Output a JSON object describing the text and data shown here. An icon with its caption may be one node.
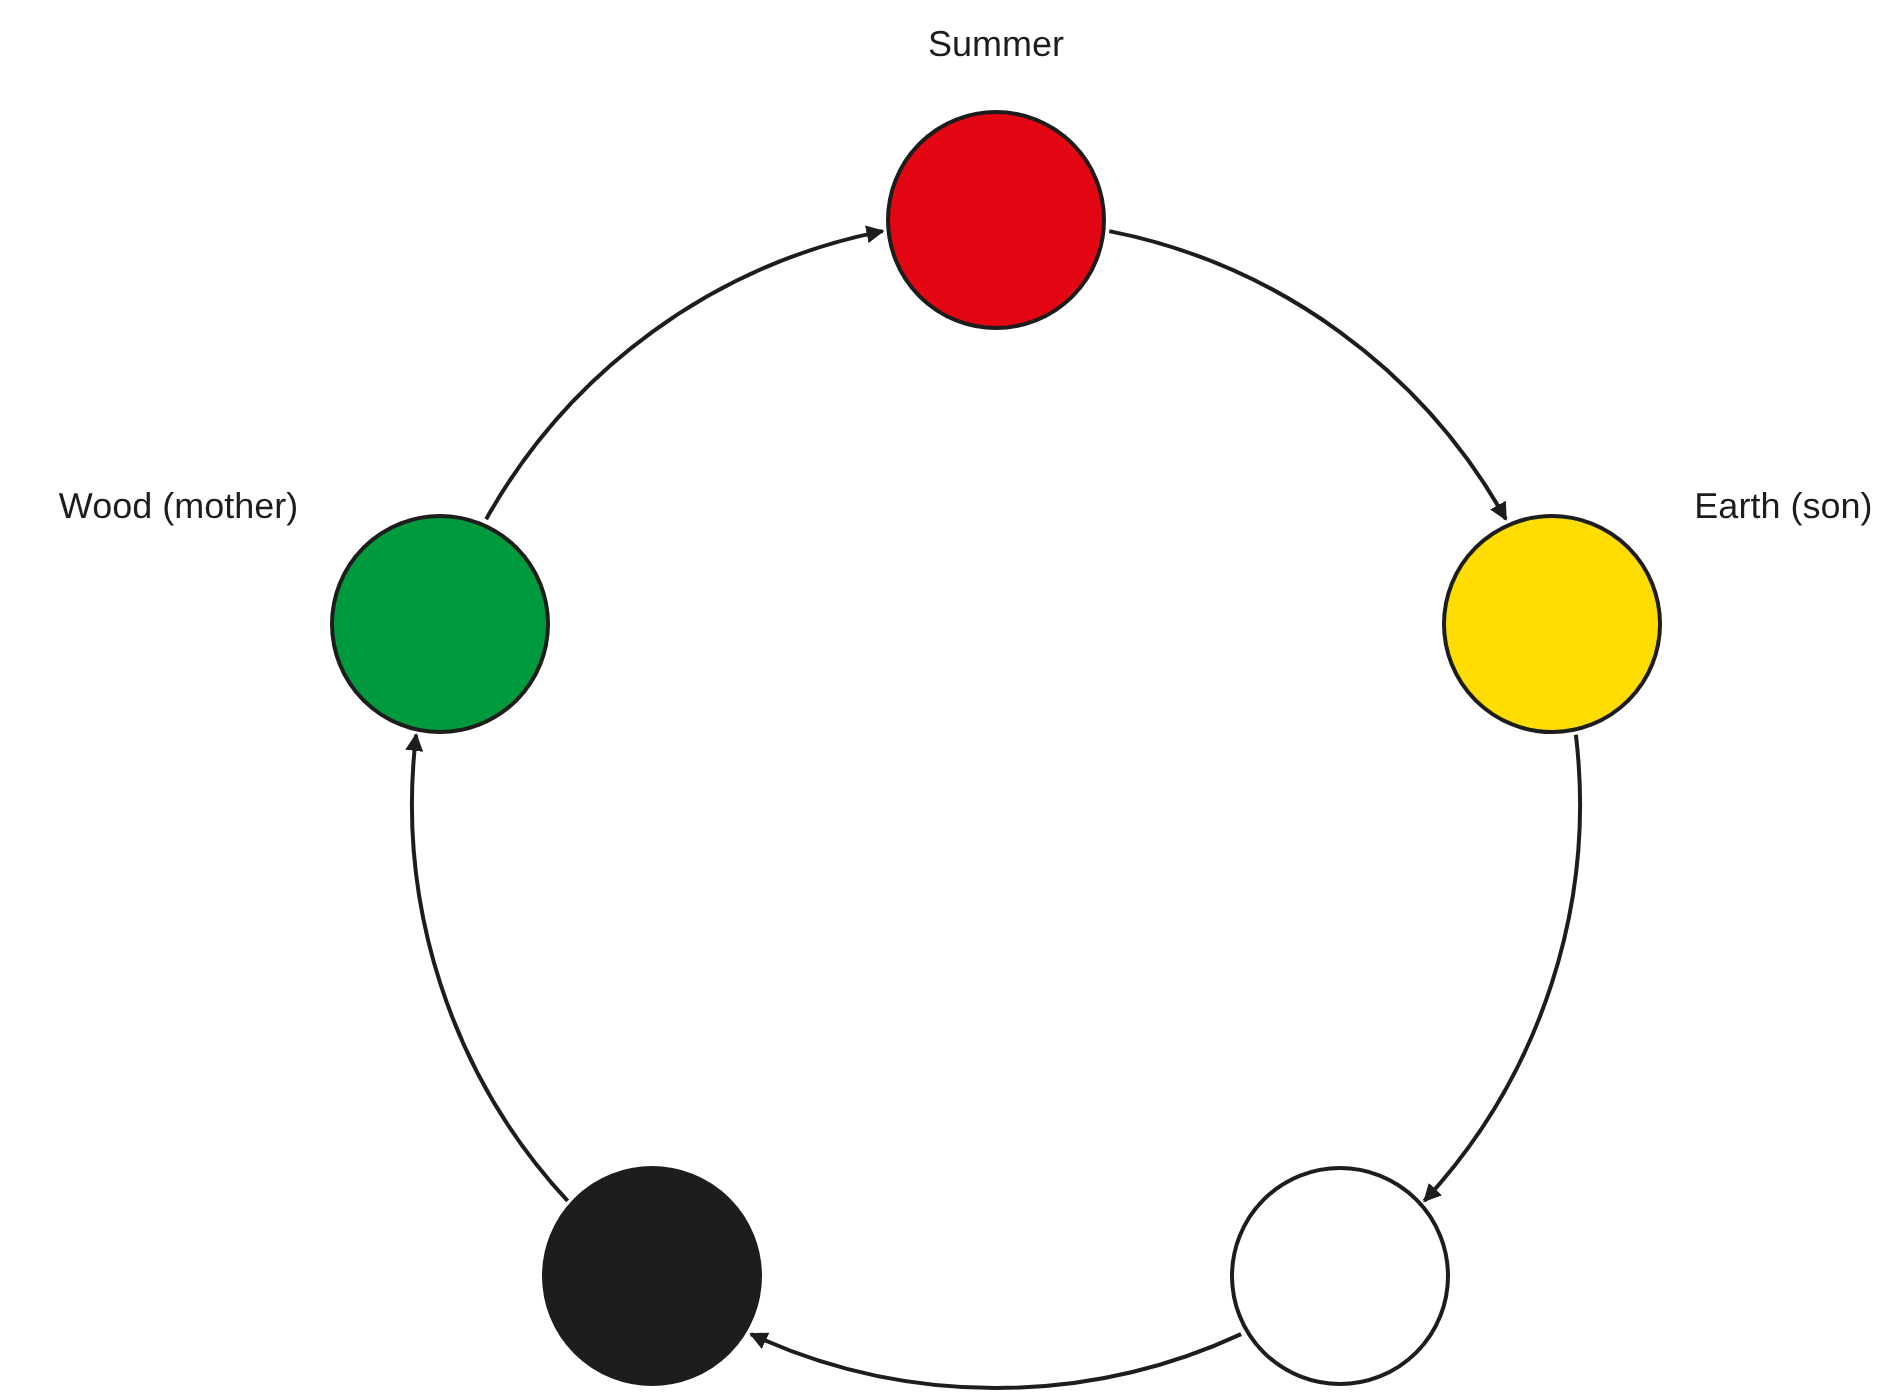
{
  "diagram": {
    "nodes": [
      {
        "text": [
          "Summer"
        ]
      },
      {
        "text": [
          "Earth (son)"
        ]
      },
      {
        "text": [],
        "shape": "circle"
      },
      {
        "text": [],
        "shape": "circle"
      },
      {
        "text": [
          "Wood (mother)"
        ]
      }
    ],
    "edges": [
      {
        "from": 4,
        "to": 0,
        "arrow": "to"
      },
      {
        "from": 0,
        "to": 1,
        "arrow": "to"
      },
      {
        "from": 1,
        "to": 3,
        "arrow": "to"
      },
      {
        "from": 3,
        "to": 2,
        "arrow": "to"
      },
      {
        "from": 2,
        "to": 4,
        "arrow": "to"
      }
    ]
  }
}
